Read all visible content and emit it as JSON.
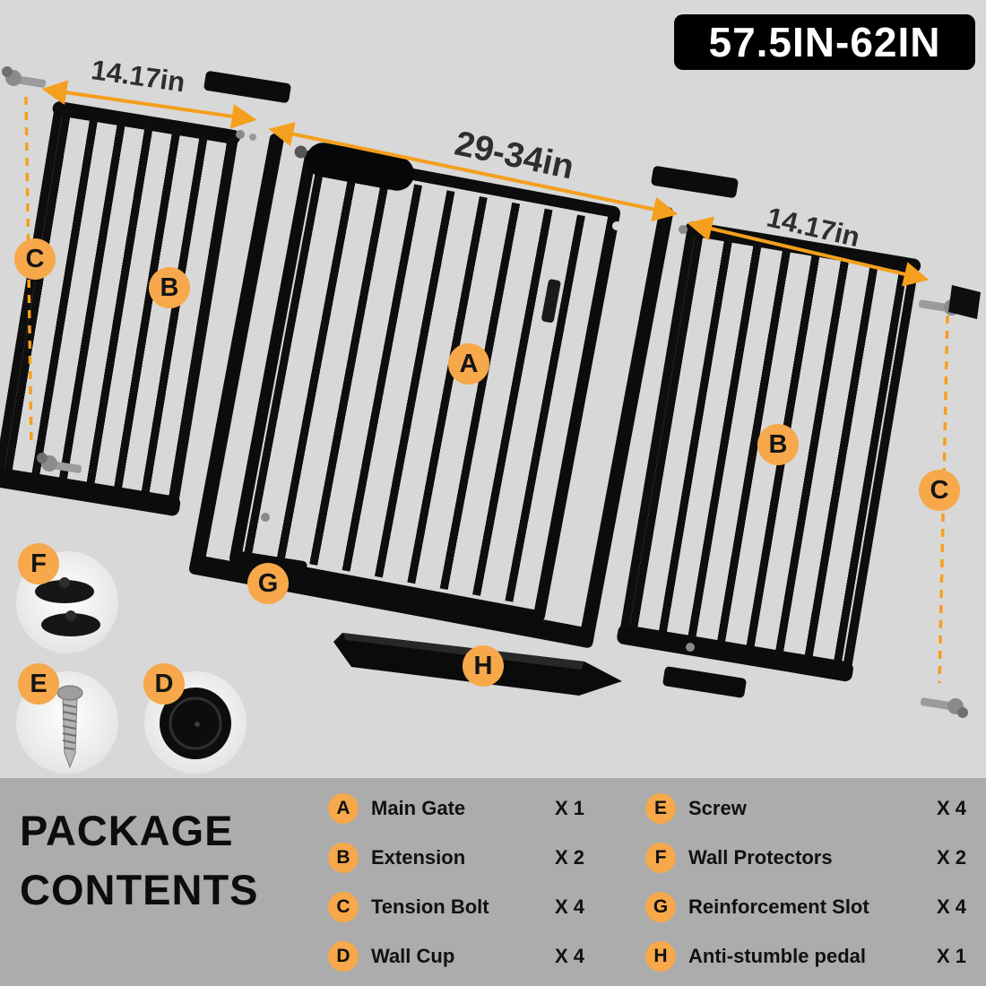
{
  "badge": {
    "size_range": "57.5IN-62IN"
  },
  "dimensions": {
    "left_extension": "14.17in",
    "main_gate": "29-34in",
    "right_extension": "14.17in"
  },
  "markers": [
    {
      "letter": "C"
    },
    {
      "letter": "B"
    },
    {
      "letter": "A"
    },
    {
      "letter": "B"
    },
    {
      "letter": "C"
    },
    {
      "letter": "G"
    },
    {
      "letter": "H"
    },
    {
      "letter": "F"
    },
    {
      "letter": "E"
    },
    {
      "letter": "D"
    }
  ],
  "package": {
    "title_line1": "PACKAGE",
    "title_line2": "CONTENTS",
    "items": [
      {
        "letter": "A",
        "name": "Main Gate",
        "qty": "X 1"
      },
      {
        "letter": "B",
        "name": "Extension",
        "qty": "X 2"
      },
      {
        "letter": "C",
        "name": "Tension Bolt",
        "qty": "X 4"
      },
      {
        "letter": "D",
        "name": "Wall Cup",
        "qty": "X 4"
      },
      {
        "letter": "E",
        "name": "Screw",
        "qty": "X 4"
      },
      {
        "letter": "F",
        "name": "Wall Protectors",
        "qty": "X 2"
      },
      {
        "letter": "G",
        "name": "Reinforcement Slot",
        "qty": "X 4"
      },
      {
        "letter": "H",
        "name": "Anti-stumble pedal",
        "qty": "X 1"
      }
    ]
  },
  "colors": {
    "accent_orange": "#F59F1E",
    "marker_orange": "#F6A84A",
    "background_gray": "#D8D8D8",
    "banner_gray": "#ACACAC",
    "badge_black": "#000000",
    "gate_black": "#0C0C0C"
  }
}
